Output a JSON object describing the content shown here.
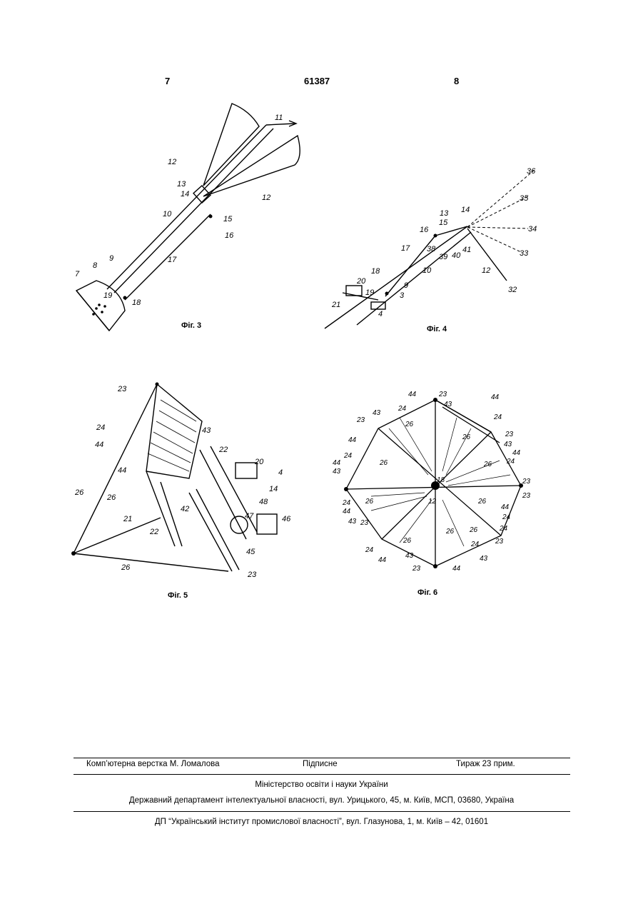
{
  "header": {
    "page_left": "7",
    "patent_number": "61387",
    "page_right": "8"
  },
  "figures": {
    "fig3": {
      "caption": "Фіг. 3",
      "labels": [
        "7",
        "8",
        "9",
        "19",
        "18",
        "17",
        "10",
        "15",
        "16",
        "13",
        "14",
        "12",
        "11",
        "12"
      ]
    },
    "fig4": {
      "caption": "Фіг. 4",
      "labels": [
        "36",
        "35",
        "34",
        "33",
        "32",
        "14",
        "13",
        "15",
        "16",
        "17",
        "18",
        "20",
        "21",
        "19",
        "4",
        "3",
        "9",
        "10",
        "12",
        "38",
        "39",
        "40",
        "41"
      ]
    },
    "fig5": {
      "caption": "Фіг. 5",
      "labels": [
        "23",
        "24",
        "44",
        "26",
        "26",
        "21",
        "22",
        "42",
        "43",
        "22",
        "20",
        "4",
        "14",
        "48",
        "47",
        "46",
        "45",
        "23",
        "26",
        "44"
      ]
    },
    "fig6": {
      "caption": "Фіг. 6",
      "labels": [
        "44",
        "23",
        "43",
        "44",
        "24",
        "23",
        "43",
        "24",
        "26",
        "26",
        "23",
        "43",
        "44",
        "24",
        "44",
        "26",
        "26",
        "23",
        "24",
        "43",
        "44",
        "26",
        "24",
        "44",
        "43",
        "26",
        "26",
        "23",
        "24",
        "23",
        "24",
        "26",
        "26",
        "44",
        "43",
        "23",
        "43",
        "24",
        "24",
        "44",
        "23",
        "44",
        "12",
        "18"
      ]
    }
  },
  "footer": {
    "typesetter": "Комп’ютерна верстка М. Ломалова",
    "signed": "Підписне",
    "circulation": "Тираж 23 прим.",
    "ministry": "Міністерство освіти і науки України",
    "department": "Державний департамент інтелектуальної власності, вул. Урицького, 45, м. Київ, МСП, 03680, Україна",
    "institute": "ДП “Український інститут промислової власності”, вул. Глазунова, 1, м. Київ – 42, 01601"
  }
}
